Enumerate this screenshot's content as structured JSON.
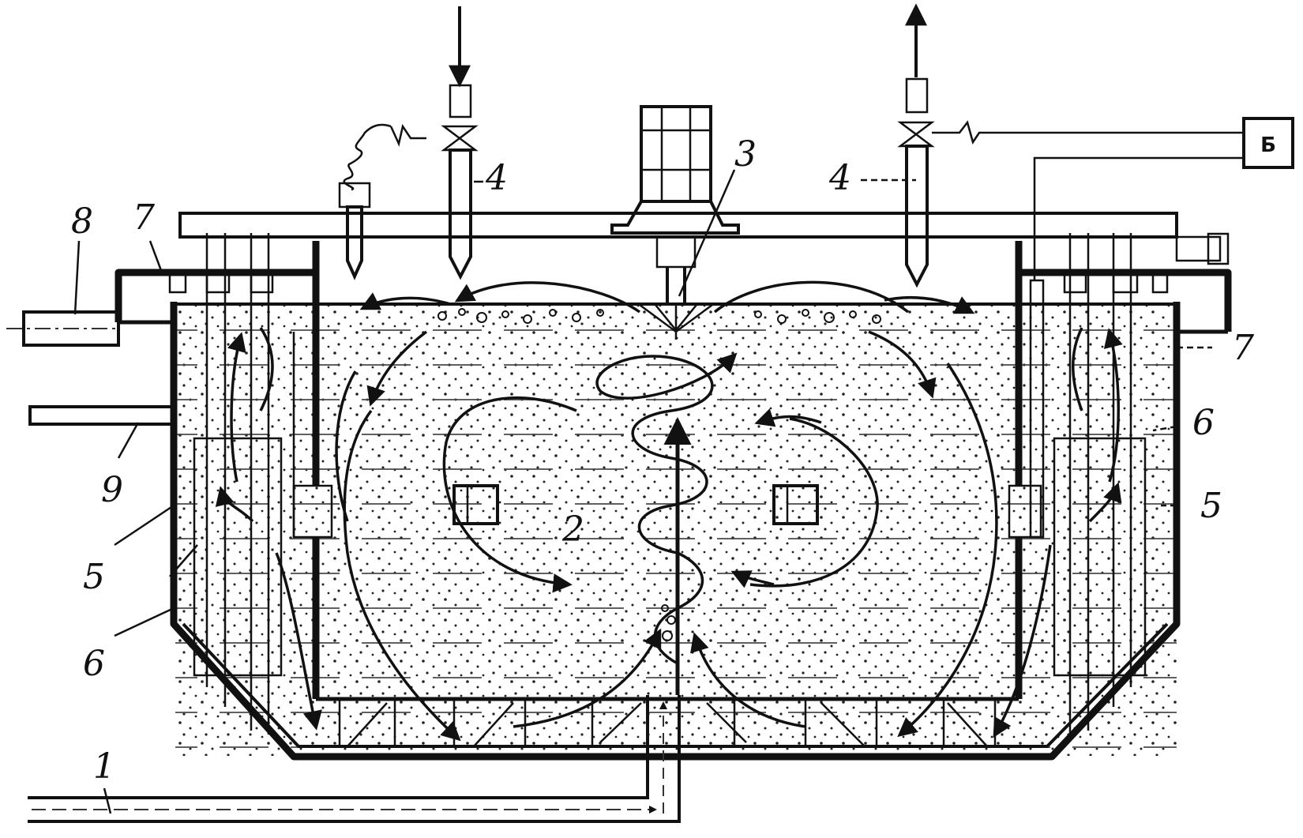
{
  "figure": {
    "labels": {
      "feed_pipe": "1",
      "chamber": "2",
      "impeller": "3",
      "nozzle_left": "4",
      "nozzle_right": "4",
      "zone_left_upper": "5",
      "zone_right": "5",
      "baffle_left": "6",
      "baffle_right": "6",
      "trough_left": "7",
      "trough_right": "7",
      "discharge_pipe": "8",
      "outlet_pipe": "9"
    },
    "control_box": "Б"
  }
}
